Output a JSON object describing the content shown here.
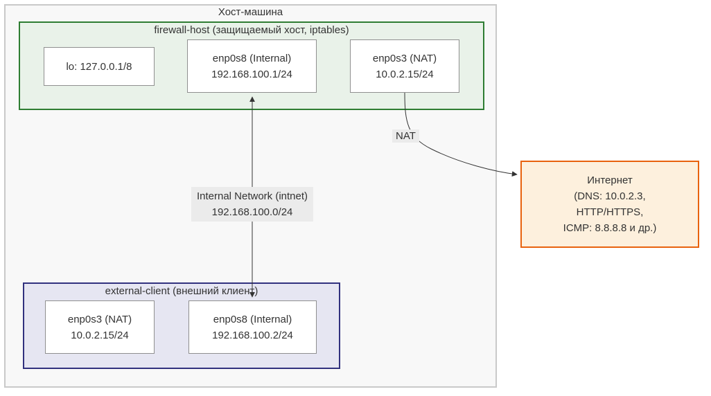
{
  "host": {
    "title": "Хост-машина"
  },
  "firewall": {
    "title": "firewall-host (защищаемый хост, iptables)",
    "lo": "lo: 127.0.0.1/8",
    "enp0s8_name": "enp0s8 (Internal)",
    "enp0s8_ip": "192.168.100.1/24",
    "enp0s3_name": "enp0s3 (NAT)",
    "enp0s3_ip": "10.0.2.15/24"
  },
  "client": {
    "title": "external-client (внешний клиент)",
    "enp0s3_name": "enp0s3 (NAT)",
    "enp0s3_ip": "10.0.2.15/24",
    "enp0s8_name": "enp0s8 (Internal)",
    "enp0s8_ip": "192.168.100.2/24"
  },
  "internet": {
    "line1": "Интернет",
    "line2": "(DNS: 10.0.2.3,",
    "line3": "HTTP/HTTPS,",
    "line4": "ICMP: 8.8.8.8 и др.)"
  },
  "edges": {
    "nat": "NAT",
    "intnet_line1": "Internal Network (intnet)",
    "intnet_line2": "192.168.100.0/24"
  },
  "colors": {
    "outer_fill": "#f8f8f8",
    "outer_border": "#c9c9c9",
    "firewall_fill": "#e9f2e9",
    "firewall_border": "#2e7d32",
    "client_fill": "#e6e6f2",
    "client_border": "#31317e",
    "internet_fill": "#fdf0dd",
    "internet_border": "#e8620d",
    "node_border": "#8f8f8f",
    "edge_label_bg": "#ebebeb",
    "line": "#333333",
    "text": "#333333"
  }
}
